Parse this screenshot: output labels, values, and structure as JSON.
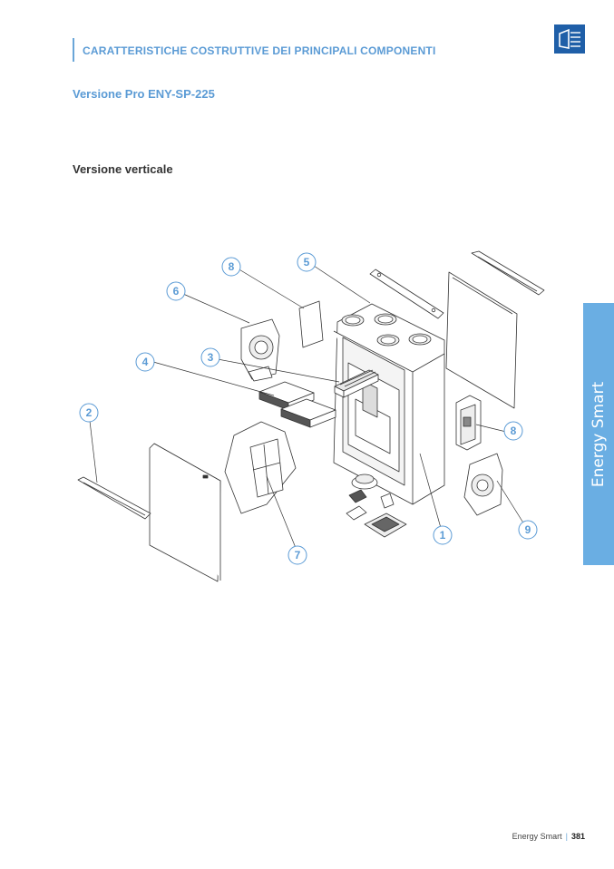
{
  "header": {
    "title": "CARATTERISTICHE COSTRUTTIVE DEI PRINCIPALI COMPONENTI"
  },
  "logo": {
    "icon": "sabiana-logo",
    "color": "#1f5fa8"
  },
  "subtitle": "Versione Pro ENY-SP-225",
  "section_title": "Versione verticale",
  "side_tab": {
    "label": "Energy Smart",
    "color": "#6aaee3"
  },
  "callouts": [
    "1",
    "2",
    "3",
    "4",
    "5",
    "6",
    "7",
    "8",
    "8",
    "9"
  ],
  "footer": {
    "label": "Energy Smart",
    "separator": "|",
    "page": "381"
  }
}
